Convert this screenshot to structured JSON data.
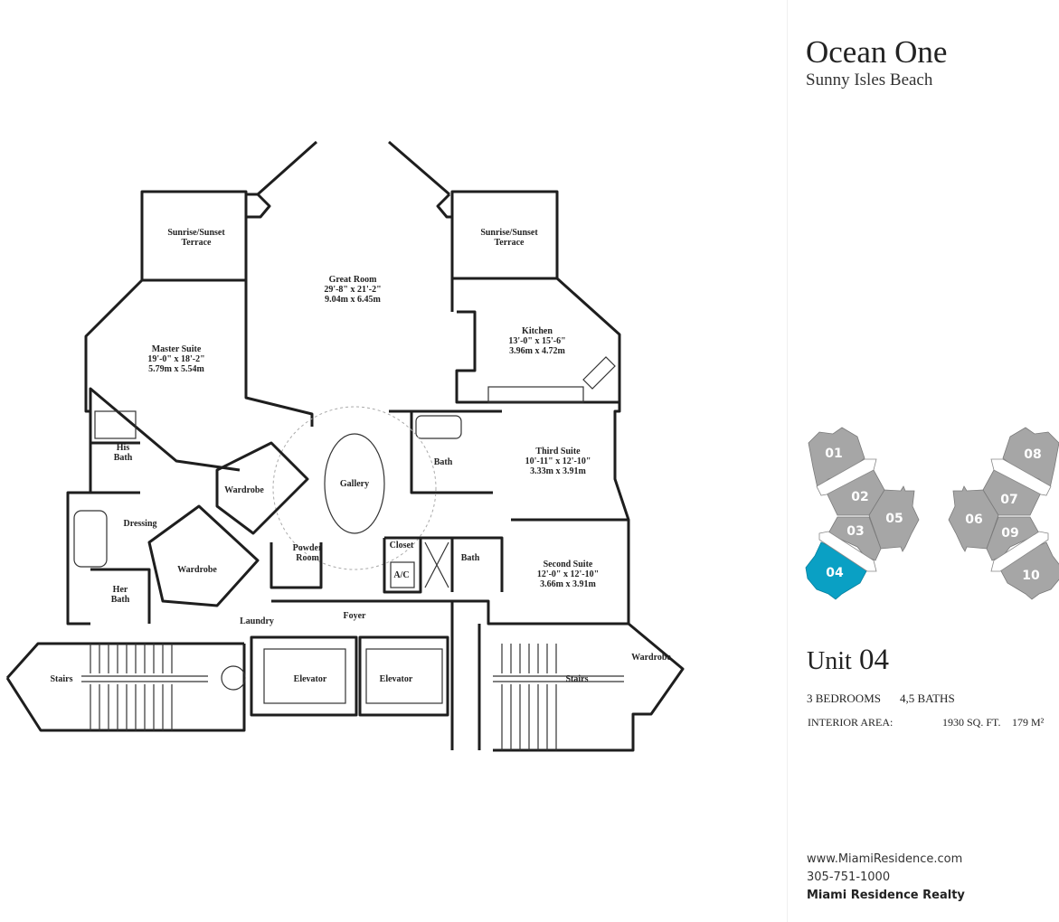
{
  "floorplan": {
    "rooms": {
      "terrace_left": [
        "Sunrise/Sunset",
        "Terrace"
      ],
      "terrace_right": [
        "Sunrise/Sunset",
        "Terrace"
      ],
      "great_room": [
        "Great Room",
        "29'-8\" x 21'-2\"",
        "9.04m x 6.45m"
      ],
      "master_suite": [
        "Master Suite",
        "19'-0\" x 18'-2\"",
        "5.79m x 5.54m"
      ],
      "kitchen": [
        "Kitchen",
        "13'-0\" x 15'-6\"",
        "3.96m x 4.72m"
      ],
      "third_suite": [
        "Third Suite",
        "10'-11\" x 12'-10\"",
        "3.33m x 3.91m"
      ],
      "second_suite": [
        "Second Suite",
        "12'-0\" x 12'-10\"",
        "3.66m x 3.91m"
      ],
      "his_bath": [
        "His",
        "Bath"
      ],
      "her_bath": [
        "Her",
        "Bath"
      ],
      "powder_room": [
        "Powder",
        "Room"
      ],
      "bath_third": "Bath",
      "bath_second": "Bath",
      "wardrobe_master": "Wardrobe",
      "wardrobe_dressing": "Wardrobe",
      "wardrobe_second": "Wardrobe",
      "gallery": "Gallery",
      "dressing": "Dressing",
      "closet": "Closet",
      "ac": "A/C",
      "laundry": "Laundry",
      "foyer": "Foyer",
      "elevator_1": "Elevator",
      "elevator_2": "Elevator",
      "stairs_left": "Stairs",
      "stairs_right": "Stairs"
    }
  },
  "panel": {
    "title": "Ocean One",
    "subtitle": "Sunny Isles Beach",
    "unit_map": {
      "units": [
        "01",
        "02",
        "03",
        "04",
        "05",
        "06",
        "07",
        "08",
        "09",
        "10"
      ],
      "selected": "04",
      "selected_color": "#0aa0c4",
      "unit_color": "#a6a6a6"
    },
    "unit_label": "Unit",
    "unit_number": "04",
    "bedrooms": "3 BEDROOMS",
    "baths": "4,5 BATHS",
    "interior_area_label": "INTERIOR AREA:",
    "interior_area_sqft": "1930 SQ. FT.",
    "interior_area_m2": "179 M²"
  },
  "footer": {
    "website": "www.MiamiResidence.com",
    "phone": "305-751-1000",
    "company": "Miami Residence Realty"
  }
}
